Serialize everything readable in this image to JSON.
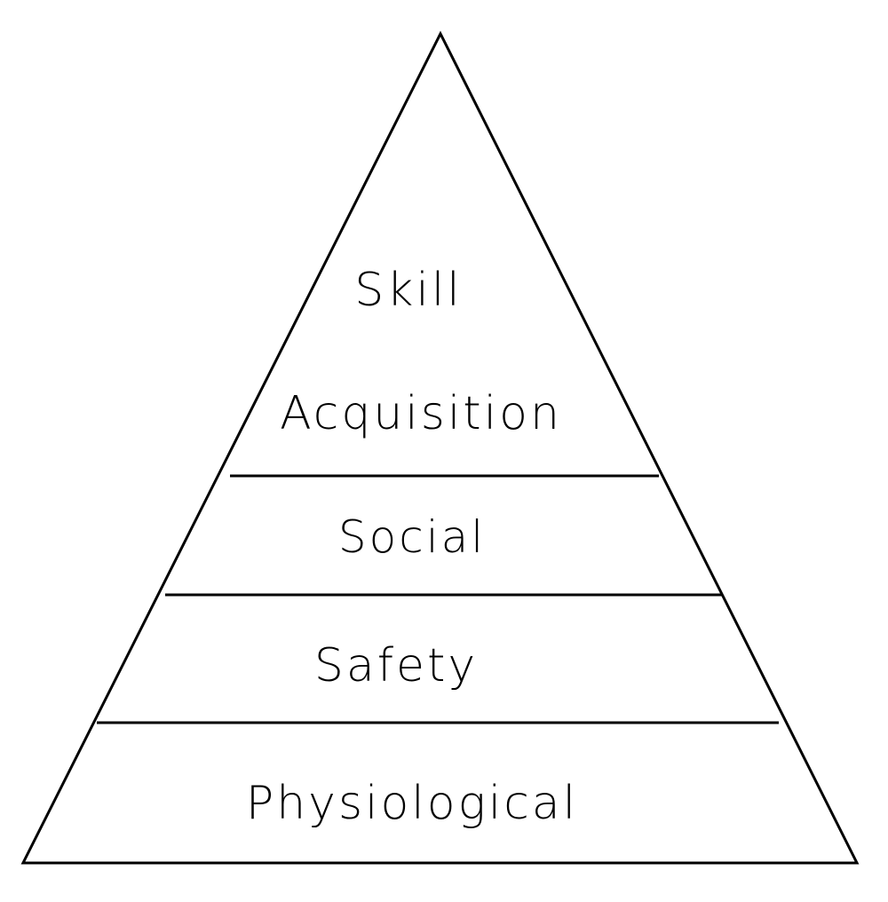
{
  "diagram": {
    "tiers": [
      {
        "label": "Skill"
      },
      {
        "label": "Acquisition"
      },
      {
        "label": "Social"
      },
      {
        "label": "Safety"
      },
      {
        "label": "Physiological"
      }
    ]
  },
  "colors": {
    "stroke": "#000000",
    "background": "#ffffff"
  }
}
